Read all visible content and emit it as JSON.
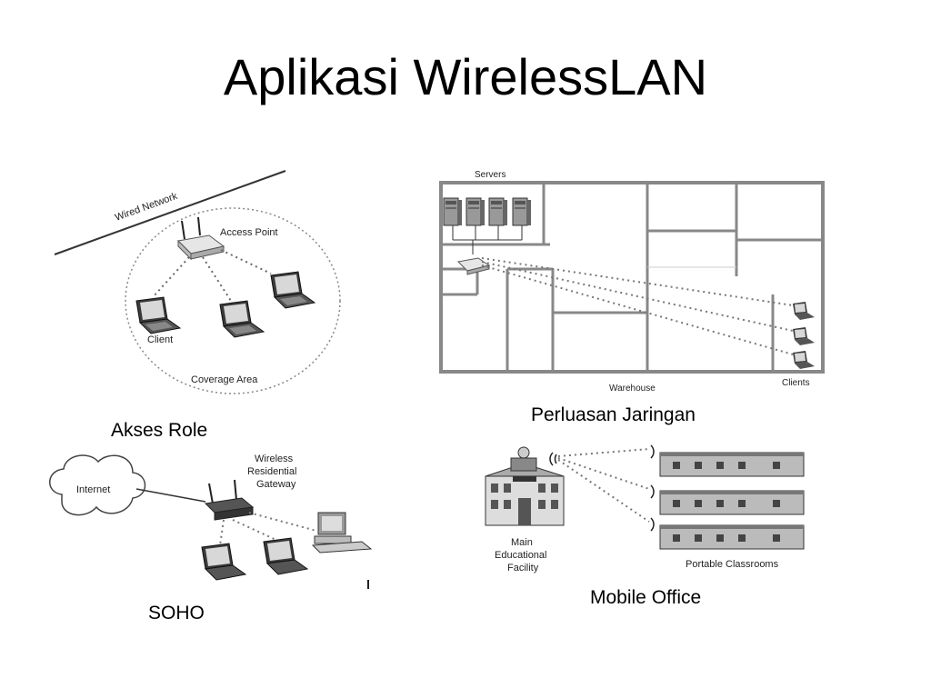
{
  "slide": {
    "title": "Aplikasi WirelessLAN"
  },
  "panels": {
    "access_role": {
      "caption": "Akses Role",
      "wired_network": "Wired Network",
      "access_point": "Access Point",
      "client": "Client",
      "coverage_area": "Coverage Area"
    },
    "network_extension": {
      "caption": "Perluasan Jaringan",
      "servers": "Servers",
      "warehouse": "Warehouse",
      "clients": "Clients"
    },
    "soho": {
      "caption": "SOHO",
      "internet": "Internet",
      "gateway_line1": "Wireless",
      "gateway_line2": "Residential",
      "gateway_line3": "Gateway"
    },
    "mobile_office": {
      "caption": "Mobile Office",
      "main_line1": "Main",
      "main_line2": "Educational",
      "main_line3": "Facility",
      "portable": "Portable Classrooms"
    }
  }
}
